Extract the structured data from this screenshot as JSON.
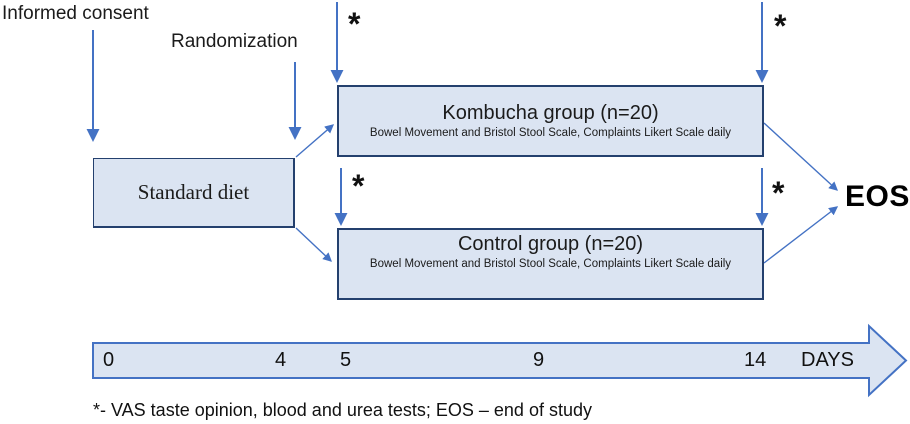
{
  "colors": {
    "box_fill": "#dbe4f2",
    "box_border": "#24406e",
    "arrow_blue": "#4472c4",
    "text_color": "#1b1b1b"
  },
  "annotations": {
    "informed_consent": "Informed consent",
    "randomization": "Randomization",
    "asterisk": "*",
    "eos": "EOS",
    "footnote": "*- VAS taste opinion, blood and urea tests; EOS – end of study"
  },
  "boxes": {
    "standard_diet": {
      "label": "Standard diet"
    },
    "groups": [
      {
        "title": "Kombucha group (n=20)",
        "subtitle": "Bowel Movement and Bristol Stool Scale, Complaints Likert Scale daily"
      },
      {
        "title": "Control group (n=20)",
        "subtitle": "Bowel Movement and Bristol Stool Scale, Complaints Likert Scale daily"
      }
    ]
  },
  "timeline": {
    "ticks": [
      "0",
      "4",
      "5",
      "9",
      "14"
    ],
    "unit_label": "DAYS"
  }
}
